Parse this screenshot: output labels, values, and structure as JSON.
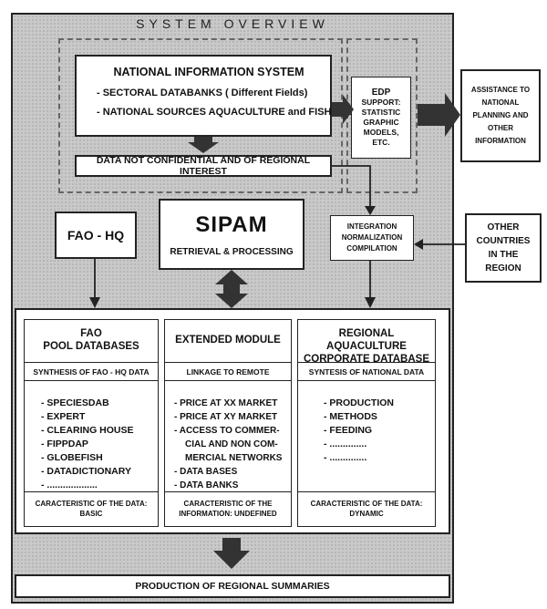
{
  "title": "SYSTEM OVERVIEW",
  "national_info": {
    "heading": "NATIONAL INFORMATION SYSTEM",
    "items": [
      "- SECTORAL DATABANKS ( Different Fields)",
      "- NATIONAL SOURCES AQUACULTURE and FISHERIES"
    ]
  },
  "not_confidential": "DATA NOT CONFIDENTIAL AND OF REGIONAL INTEREST",
  "edp": {
    "heading": "EDP",
    "lines": [
      "SUPPORT:",
      "STATISTIC",
      "GRAPHIC",
      "MODELS,",
      "ETC."
    ]
  },
  "assistance": [
    "ASSISTANCE TO",
    "NATIONAL",
    "PLANNING AND",
    "OTHER",
    "INFORMATION"
  ],
  "fao_hq": "FAO - HQ",
  "sipam": {
    "name": "SIPAM",
    "subtitle": "RETRIEVAL & PROCESSING"
  },
  "integration": [
    "INTEGRATION",
    "NORMALIZATION",
    "COMPILATION"
  ],
  "other_countries": [
    "OTHER",
    "COUNTRIES",
    "IN THE",
    "REGION"
  ],
  "columns": [
    {
      "title": [
        "FAO",
        "POOL DATABASES"
      ],
      "subtitle": "SYNTHESIS OF FAO - HQ DATA",
      "items": [
        "- SPECIESDAB",
        "- EXPERT",
        "- CLEARING HOUSE",
        "- FIPPDAP",
        "- GLOBEFISH",
        "- DATADICTIONARY",
        "- ..................."
      ],
      "footer": [
        "CARACTERISTIC OF THE DATA:",
        "BASIC"
      ]
    },
    {
      "title": [
        "EXTENDED MODULE"
      ],
      "subtitle": "LINKAGE TO REMOTE",
      "items": [
        "- PRICE AT XX MARKET",
        "- PRICE AT XY MARKET",
        "- ACCESS TO COMMER-",
        "CIAL AND NON COM-",
        "MERCIAL NETWORKS",
        "- DATA BASES",
        "- DATA BANKS"
      ],
      "footer": [
        "CARACTERISTIC OF THE",
        "INFORMATION: UNDEFINED"
      ]
    },
    {
      "title": [
        "REGIONAL AQUACULTURE",
        "CORPORATE DATABASE"
      ],
      "subtitle": "SYNTESIS OF NATIONAL DATA",
      "items": [
        "- PRODUCTION",
        "- METHODS",
        "- FEEDING",
        "- ..............",
        "- .............."
      ],
      "footer": [
        "CARACTERISTIC OF THE DATA:",
        "DYNAMIC"
      ]
    }
  ],
  "production": "PRODUCTION OF REGIONAL SUMMARIES"
}
